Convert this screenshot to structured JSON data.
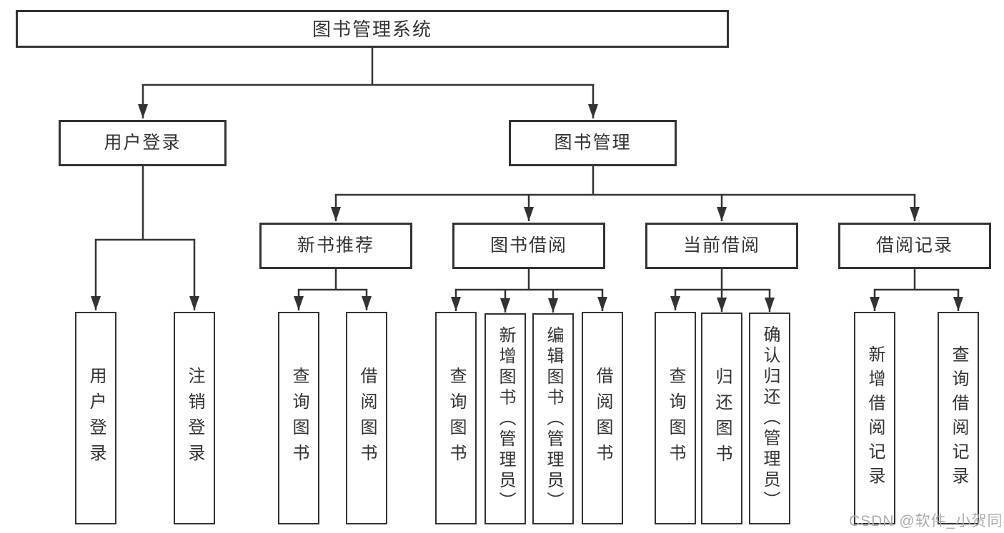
{
  "tree": {
    "label": "图书管理系统",
    "children": [
      {
        "label": "用户登录",
        "children": [
          {
            "label": "用户登录"
          },
          {
            "label": "注销登录"
          }
        ]
      },
      {
        "label": "图书管理",
        "children": [
          {
            "label": "新书推荐",
            "children": [
              {
                "label": "查询图书"
              },
              {
                "label": "借阅图书"
              }
            ]
          },
          {
            "label": "图书借阅",
            "children": [
              {
                "label": "查询图书"
              },
              {
                "label": "新增图书（管理员）"
              },
              {
                "label": "编辑图书（管理员）"
              },
              {
                "label": "借阅图书"
              }
            ]
          },
          {
            "label": "当前借阅",
            "children": [
              {
                "label": "查询图书"
              },
              {
                "label": "归还图书"
              },
              {
                "label": "确认归还（管理员）"
              }
            ]
          },
          {
            "label": "借阅记录",
            "children": [
              {
                "label": "新增借阅记录"
              },
              {
                "label": "查询借阅记录"
              }
            ]
          }
        ]
      }
    ]
  },
  "watermark": {
    "text": "CSDN @软件_小贺同学"
  },
  "colors": {
    "line": "#333333",
    "box_border": "#333333",
    "text": "#333333",
    "background": "#ffffff",
    "watermark_text": "#adadad"
  }
}
